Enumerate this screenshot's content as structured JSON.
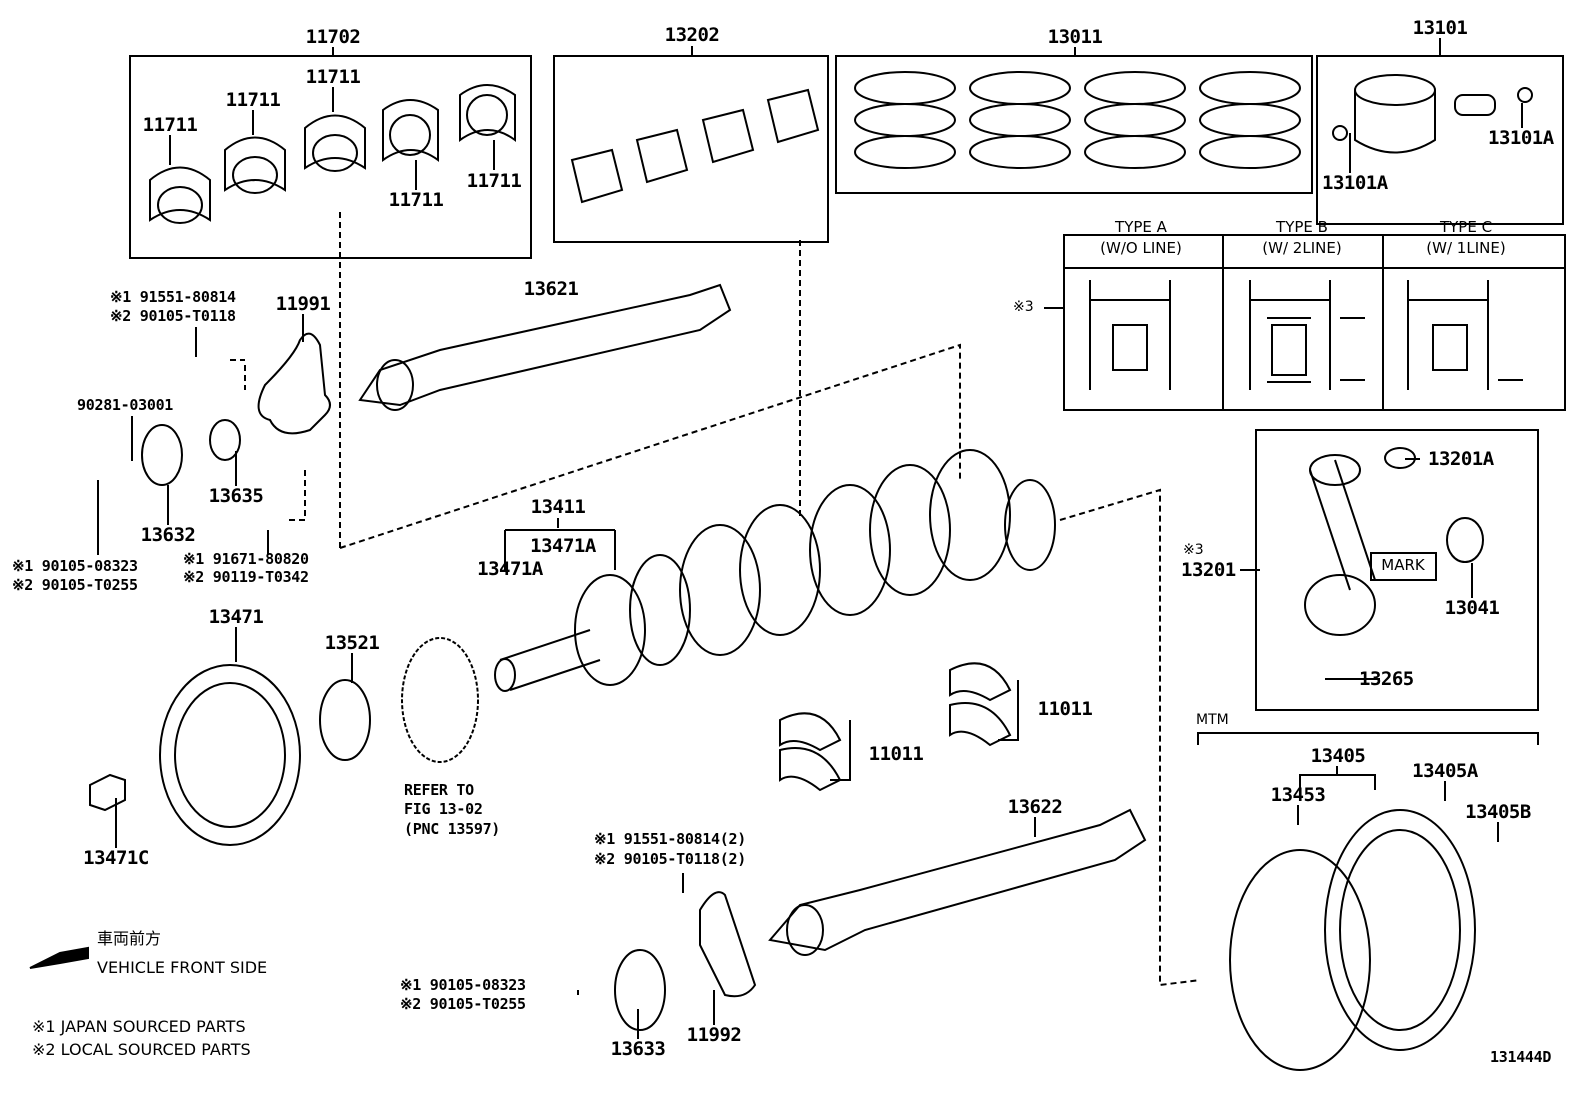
{
  "labels": {
    "p11702": "11702",
    "p11711": "11711",
    "p13202": "13202",
    "p13011": "13011",
    "p13101": "13101",
    "p13101A": "13101A",
    "p13621": "13621",
    "p11991": "11991",
    "p90281": "90281-03001",
    "p13635": "13635",
    "p13632": "13632",
    "p13411": "13411",
    "p13471A": "13471A",
    "p13471": "13471",
    "p13521": "13521",
    "p13471C": "13471C",
    "p11011": "11011",
    "p13622": "13622",
    "p13633": "13633",
    "p11992": "11992",
    "p13201A": "13201A",
    "p13201": "13201",
    "p13041": "13041",
    "p13265": "13265",
    "mark": "MARK",
    "p13405": "13405",
    "p13405A": "13405A",
    "p13453": "13453",
    "p13405B": "13405B",
    "mtm": "MTM",
    "note3": "※3"
  },
  "bolts": {
    "a1": "※1 91551-80814",
    "a2": "※2 90105-T0118",
    "b1": "※1 90105-08323",
    "b2": "※2 90105-T0255",
    "c1": "※1 91671-80820",
    "c2": "※2 90119-T0342",
    "d1": "※1 91551-80814(2)",
    "d2": "※2 90105-T0118(2)",
    "e1": "※1 90105-08323",
    "e2": "※2 90105-T0255"
  },
  "refer": {
    "line1": "REFER TO",
    "line2": "FIG 13-02",
    "line3": "(PNC 13597)"
  },
  "types": [
    {
      "name": "TYPE A",
      "desc": "(W/O LINE)"
    },
    {
      "name": "TYPE B",
      "desc": "(W/ 2LINE)"
    },
    {
      "name": "TYPE C",
      "desc": "(W/ 1LINE)"
    }
  ],
  "legend": {
    "front_jp": "車両前方",
    "front_en": "VEHICLE FRONT SIDE",
    "note1": "※1 JAPAN SOURCED PARTS",
    "note2": "※2 LOCAL SOURCED PARTS"
  },
  "figure_id": "131444D"
}
